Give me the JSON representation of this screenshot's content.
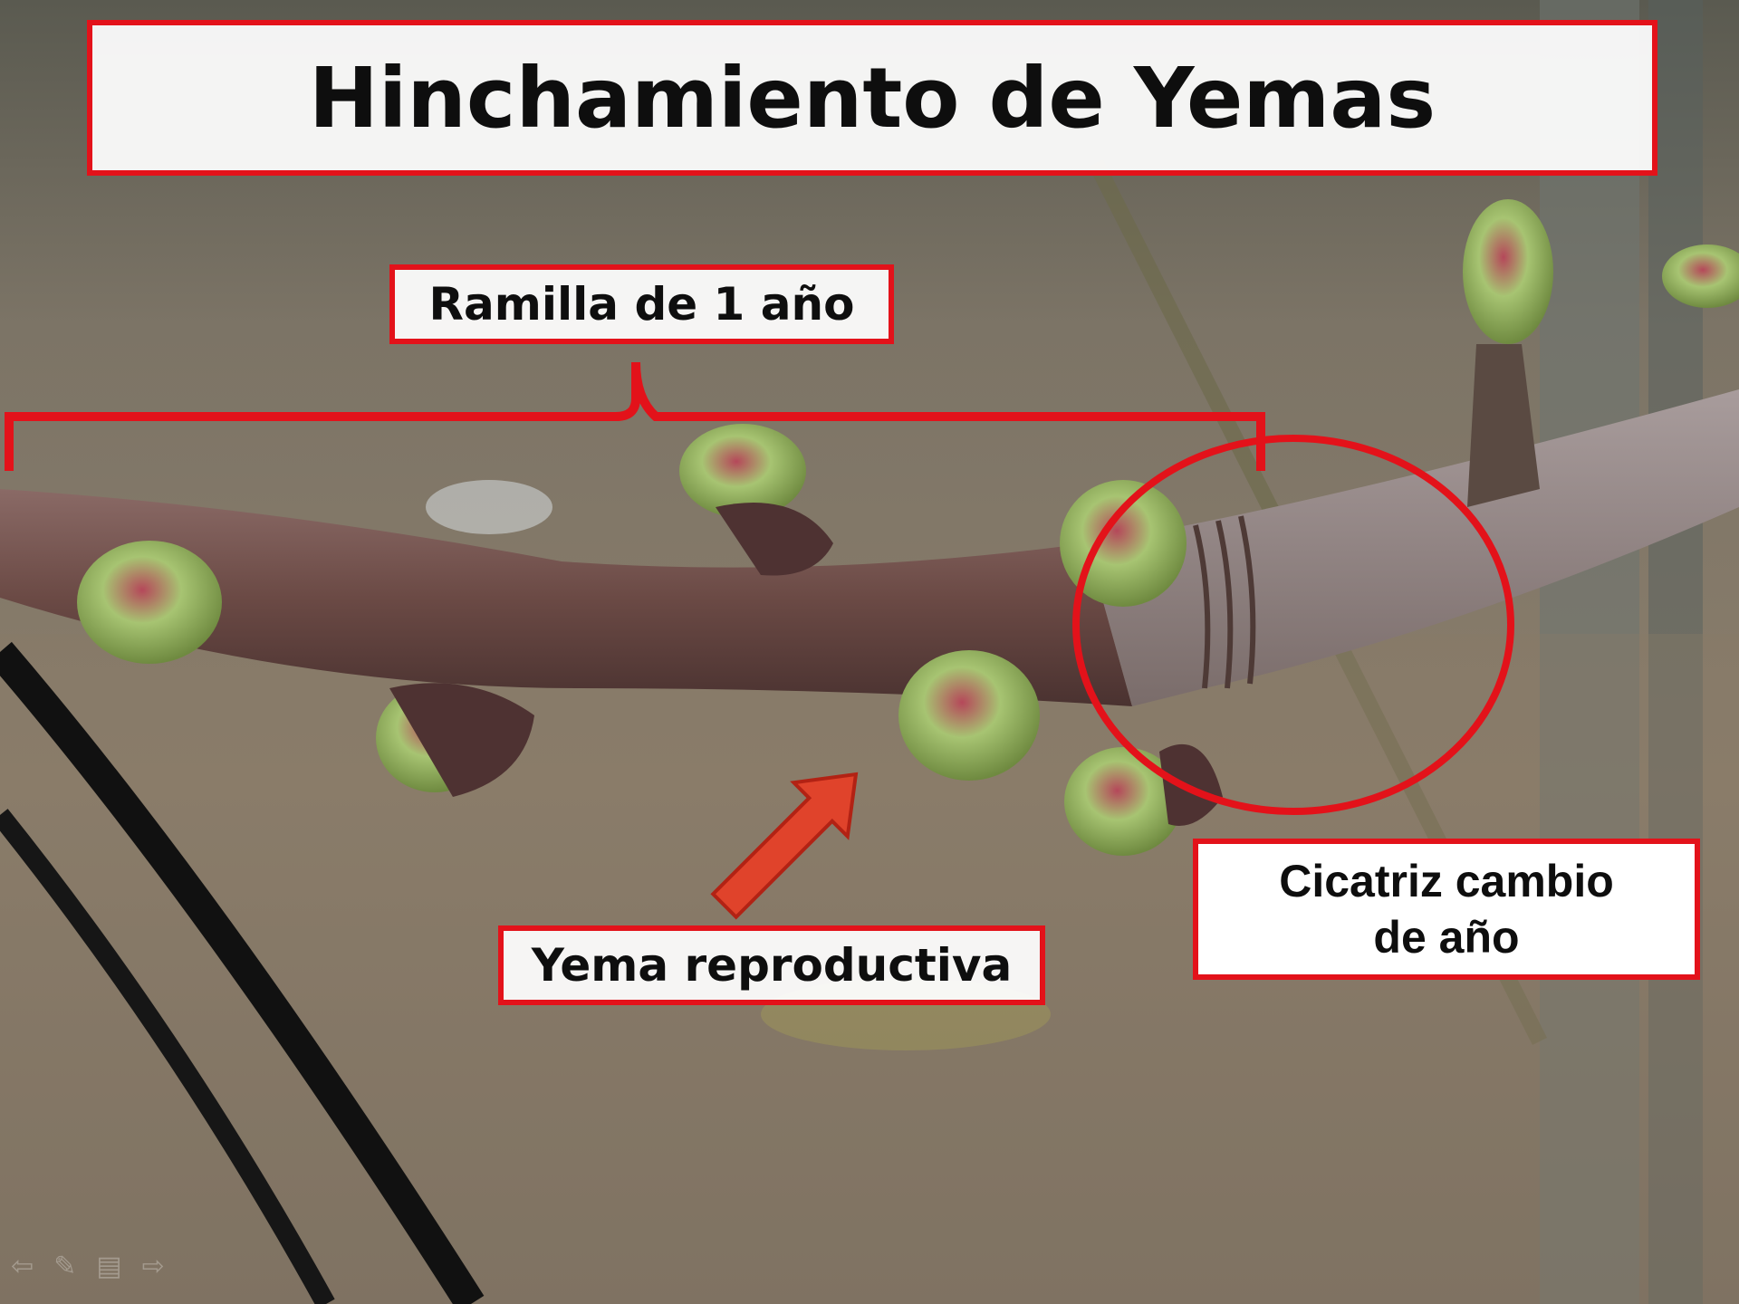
{
  "slide": {
    "title": "Hinchamiento de Yemas",
    "labels": {
      "ramilla": "Ramilla de 1 año",
      "yema": "Yema reproductiva",
      "cicatriz_line1": "Cicatriz cambio",
      "cicatriz_line2": "de año"
    }
  },
  "colors": {
    "accent_red": "#e3121a",
    "arrow_fill": "#e0432b",
    "branch_bark": "#6e4a46",
    "bud_green": "#9fc06a",
    "bud_red": "#b04a4a"
  },
  "icons": [
    "prev-arrow-icon",
    "pen-icon",
    "menu-icon",
    "next-arrow-icon"
  ]
}
